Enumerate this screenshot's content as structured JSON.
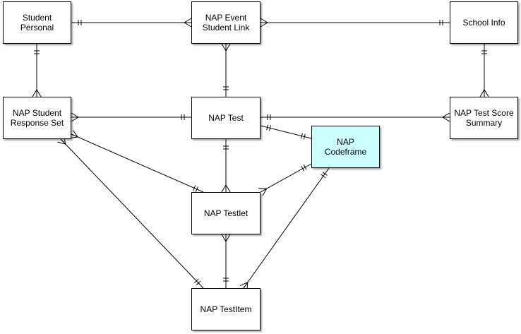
{
  "entities": {
    "student_personal": "Student\nPersonal",
    "nap_event_student_link": "NAP Event\nStudent Link",
    "school_info": "School Info",
    "nap_student_response_set": "NAP Student\nResponse Set",
    "nap_test": "NAP Test",
    "nap_test_score_summary": "NAP Test Score\nSummary",
    "nap_codeframe": "NAP\nCodeframe",
    "nap_testlet": "NAP Testlet",
    "nap_testitem": "NAP TestItem"
  },
  "colors": {
    "highlight_fill": "#ccffff",
    "box_fill": "#ffffff",
    "line": "#000000"
  },
  "relationships": [
    {
      "from": "student_personal",
      "from_end": "one",
      "to": "nap_event_student_link",
      "to_end": "many"
    },
    {
      "from": "nap_event_student_link",
      "from_end": "many",
      "to": "school_info",
      "to_end": "one"
    },
    {
      "from": "student_personal",
      "from_end": "one",
      "to": "nap_student_response_set",
      "to_end": "many"
    },
    {
      "from": "nap_event_student_link",
      "from_end": "many",
      "to": "nap_test",
      "to_end": "one"
    },
    {
      "from": "school_info",
      "from_end": "one",
      "to": "nap_test_score_summary",
      "to_end": "many"
    },
    {
      "from": "nap_student_response_set",
      "from_end": "many",
      "to": "nap_test",
      "to_end": "one"
    },
    {
      "from": "nap_test",
      "from_end": "one",
      "to": "nap_test_score_summary",
      "to_end": "many"
    },
    {
      "from": "nap_test",
      "from_end": "one",
      "to": "nap_codeframe",
      "to_end": "one"
    },
    {
      "from": "nap_test",
      "from_end": "one",
      "to": "nap_testlet",
      "to_end": "many"
    },
    {
      "from": "nap_student_response_set",
      "from_end": "many",
      "to": "nap_testlet",
      "to_end": "one"
    },
    {
      "from": "nap_student_response_set",
      "from_end": "many",
      "to": "nap_testitem",
      "to_end": "one"
    },
    {
      "from": "nap_codeframe",
      "from_end": "one",
      "to": "nap_testlet",
      "to_end": "many"
    },
    {
      "from": "nap_codeframe",
      "from_end": "one",
      "to": "nap_testitem",
      "to_end": "many"
    },
    {
      "from": "nap_testlet",
      "from_end": "many",
      "to": "nap_testitem",
      "to_end": "one"
    }
  ]
}
